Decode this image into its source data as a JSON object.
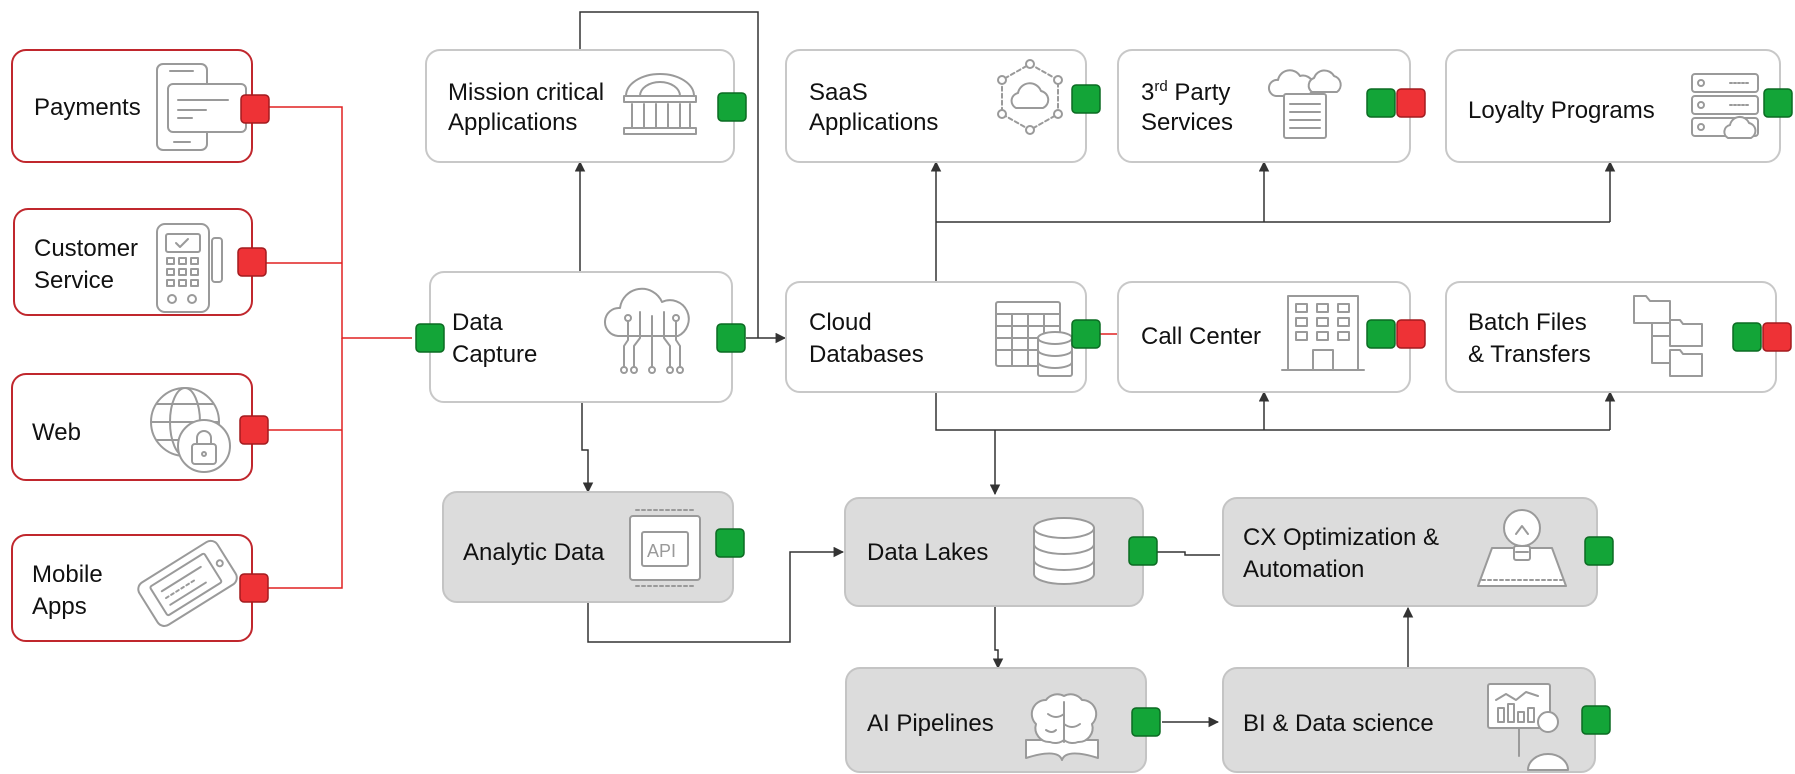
{
  "colors": {
    "status_ok": "#13a538",
    "status_alert": "#ee3236",
    "source_border": "#c0272d",
    "node_border": "#c8c8c8",
    "analytics_fill": "#dcdcdc"
  },
  "sources": [
    {
      "lines": [
        "Payments"
      ],
      "icon": "card-reader-icon"
    },
    {
      "lines": [
        "Customer",
        "Service"
      ],
      "icon": "pos-terminal-icon"
    },
    {
      "lines": [
        "Web"
      ],
      "icon": "globe-lock-icon"
    },
    {
      "lines": [
        "Mobile",
        "Apps"
      ],
      "icon": "smartphone-icon"
    }
  ],
  "nodes": {
    "mission_critical": {
      "lines": [
        "Mission critical",
        "Applications"
      ],
      "icon": "bank-building-icon"
    },
    "saas": {
      "lines": [
        "SaaS",
        "Applications"
      ],
      "icon": "cloud-network-icon"
    },
    "third_party": {
      "line1_main": "3",
      "line1_sup": "rd",
      "line1_rest": " Party",
      "line2": "Services",
      "icon": "cloud-server-icon"
    },
    "loyalty": {
      "lines": [
        "Loyalty Programs"
      ],
      "icon": "server-cloud-icon"
    },
    "data_capture": {
      "lines": [
        "Data",
        "Capture"
      ],
      "icon": "cloud-circuit-icon"
    },
    "cloud_databases": {
      "lines": [
        "Cloud",
        "Databases"
      ],
      "icon": "table-database-icon"
    },
    "call_center": {
      "lines": [
        "Call Center"
      ],
      "icon": "office-building-icon"
    },
    "batch_files": {
      "lines": [
        "Batch Files",
        "& Transfers"
      ],
      "icon": "folder-tree-icon"
    },
    "analytic_data": {
      "lines": [
        "Analytic Data"
      ],
      "icon": "api-chip-icon"
    },
    "data_lakes": {
      "lines": [
        "Data Lakes"
      ],
      "icon": "database-icon"
    },
    "cx_optimization": {
      "lines": [
        "CX Optimization &",
        "Automation"
      ],
      "icon": "lightbulb-icon"
    },
    "ai_pipelines": {
      "lines": [
        "AI Pipelines"
      ],
      "icon": "brain-book-icon"
    },
    "bi_data_science": {
      "lines": [
        "BI & Data science"
      ],
      "icon": "presenter-chart-icon"
    }
  }
}
